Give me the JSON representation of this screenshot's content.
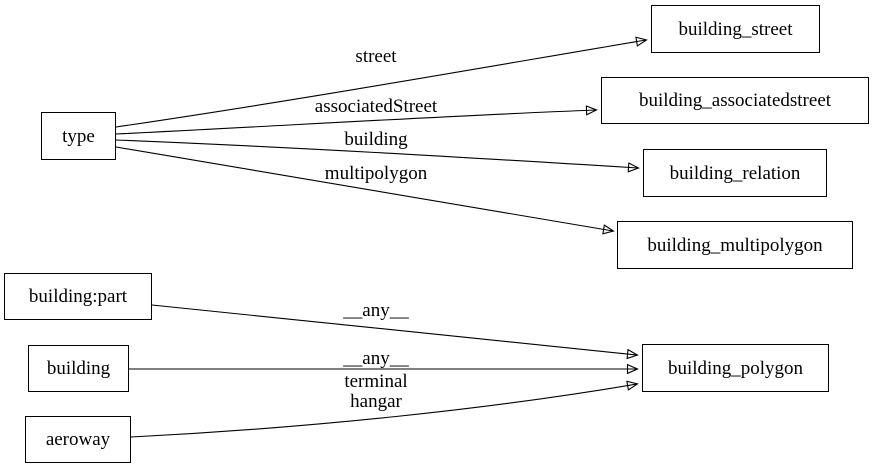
{
  "diagram_title": "osm tag to table mapping graph",
  "colors": {
    "background": "#ffffff",
    "node_fill": "#ffffff",
    "stroke": "#000000",
    "text": "#000000"
  },
  "nodes": {
    "type": {
      "label": "type"
    },
    "building_part": {
      "label": "building:part"
    },
    "building": {
      "label": "building"
    },
    "aeroway": {
      "label": "aeroway"
    },
    "building_street": {
      "label": "building_street"
    },
    "building_associatedstreet": {
      "label": "building_associatedstreet"
    },
    "building_relation": {
      "label": "building_relation"
    },
    "building_multipolygon": {
      "label": "building_multipolygon"
    },
    "building_polygon": {
      "label": "building_polygon"
    }
  },
  "edges": {
    "type_to_building_street": {
      "from": "type",
      "to": "building_street",
      "label": "street"
    },
    "type_to_building_associatedstreet": {
      "from": "type",
      "to": "building_associatedstreet",
      "label": "associatedStreet"
    },
    "type_to_building_relation": {
      "from": "type",
      "to": "building_relation",
      "label": "building"
    },
    "type_to_building_multipolygon": {
      "from": "type",
      "to": "building_multipolygon",
      "label": "multipolygon"
    },
    "building_part_to_building_polygon": {
      "from": "building:part",
      "to": "building_polygon",
      "label": "__any__"
    },
    "building_to_building_polygon": {
      "from": "building",
      "to": "building_polygon",
      "label": "__any__"
    },
    "aeroway_to_building_polygon": {
      "from": "aeroway",
      "to": "building_polygon",
      "label": "terminal\nhangar"
    }
  }
}
